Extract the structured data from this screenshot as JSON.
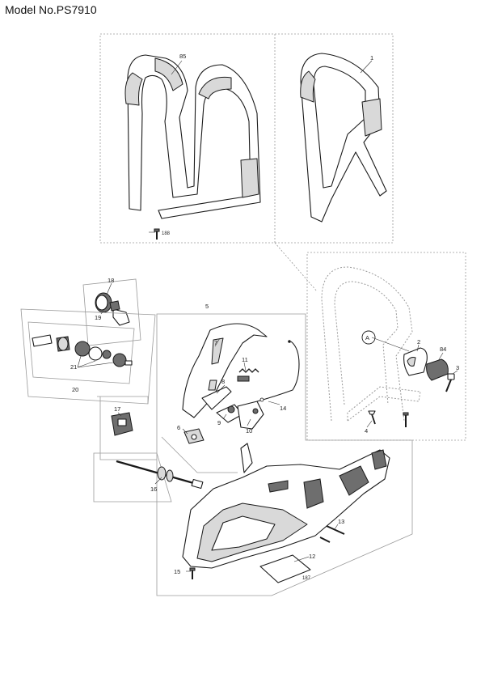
{
  "title": "Model No.PS7910",
  "callouts": {
    "p85": "85",
    "p1": "1",
    "p188": "188",
    "p18": "18",
    "p19": "19",
    "p20": "20",
    "p21": "21",
    "p5": "5",
    "p7": "7",
    "p11": "11",
    "p8": "8",
    "p9": "9",
    "p10": "10",
    "p14": "14",
    "p17": "17",
    "p6": "6",
    "p16": "16",
    "p2": "2",
    "p84": "84",
    "p3": "3",
    "p4": "4",
    "p13": "13",
    "p12": "12",
    "p187": "187",
    "p15": "15",
    "ref_a": "A"
  }
}
